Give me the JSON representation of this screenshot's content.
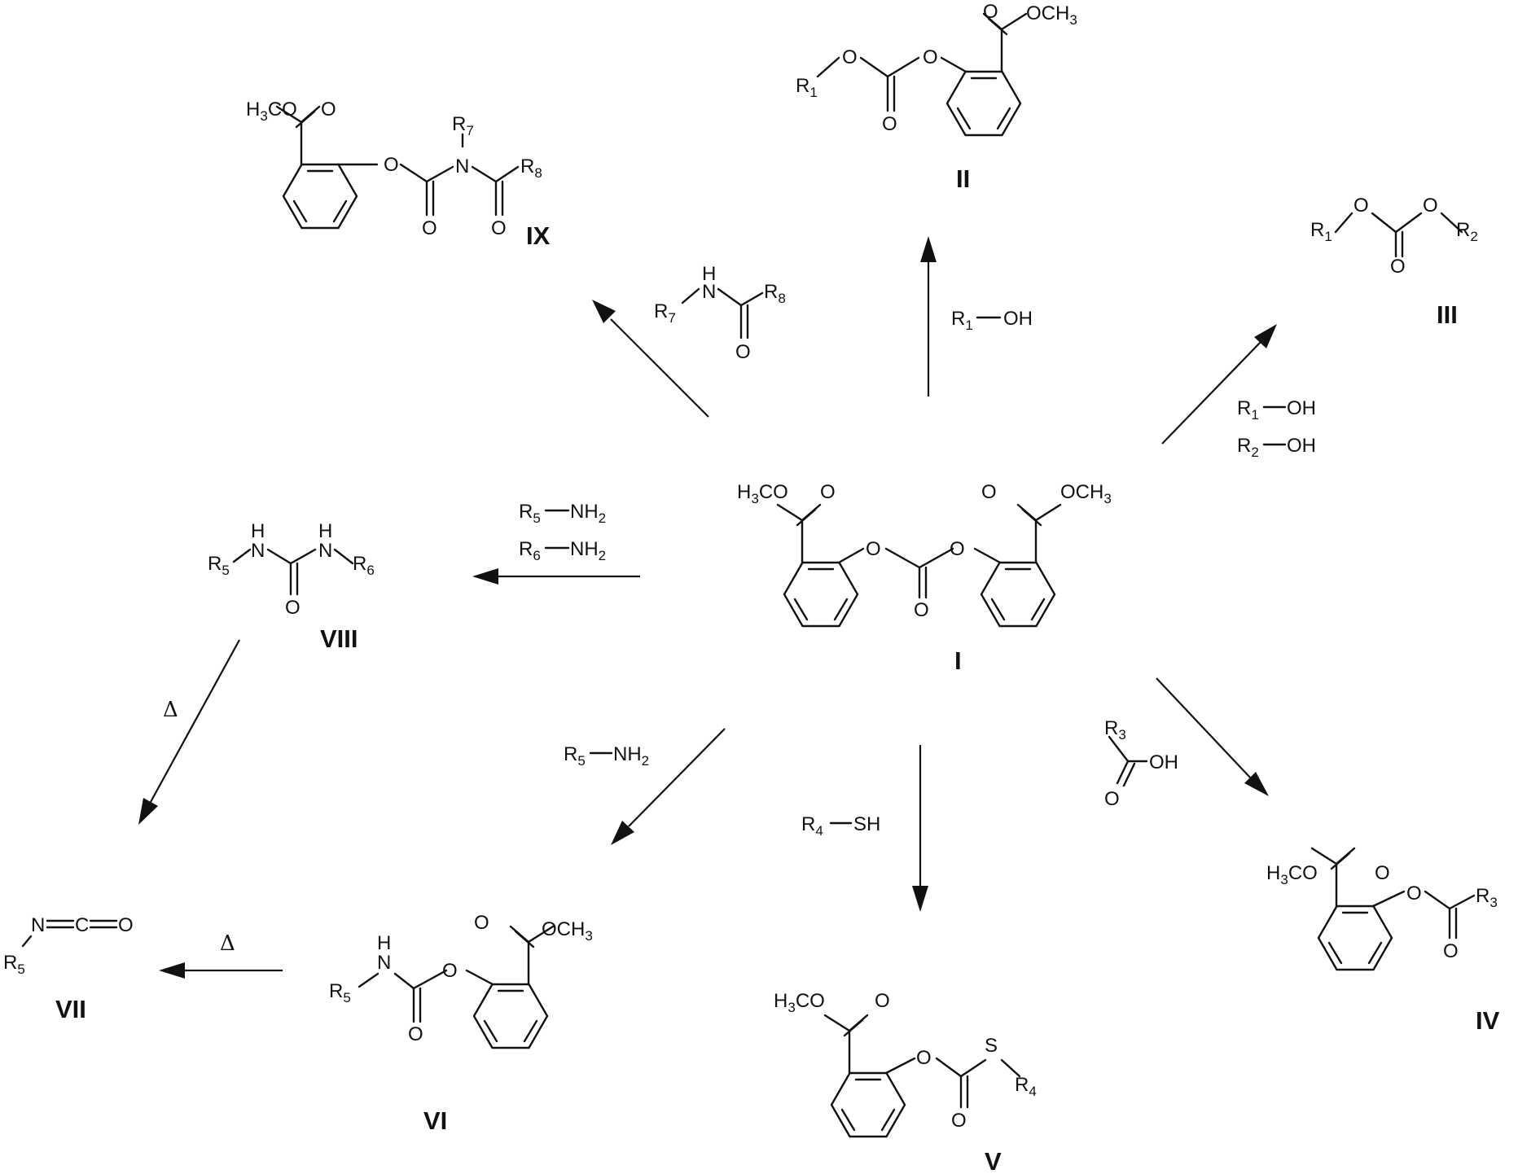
{
  "compounds": {
    "I": "I",
    "II": "II",
    "III": "III",
    "IV": "IV",
    "V": "V",
    "VI": "VI",
    "VII": "VII",
    "VIII": "VIII",
    "IX": "IX"
  },
  "atoms": {
    "ome": "OCH3",
    "meo": "H3CO",
    "o": "O",
    "n": "N",
    "s": "S",
    "h": "H",
    "c": "C",
    "oh": "OH",
    "sh": "SH",
    "nh2": "NH2",
    "r1": "R1",
    "r2": "R2",
    "r3": "R3",
    "r4": "R4",
    "r5": "R5",
    "r6": "R6",
    "r7": "R7",
    "r8": "R8"
  },
  "conditions": {
    "heat": "Δ"
  }
}
